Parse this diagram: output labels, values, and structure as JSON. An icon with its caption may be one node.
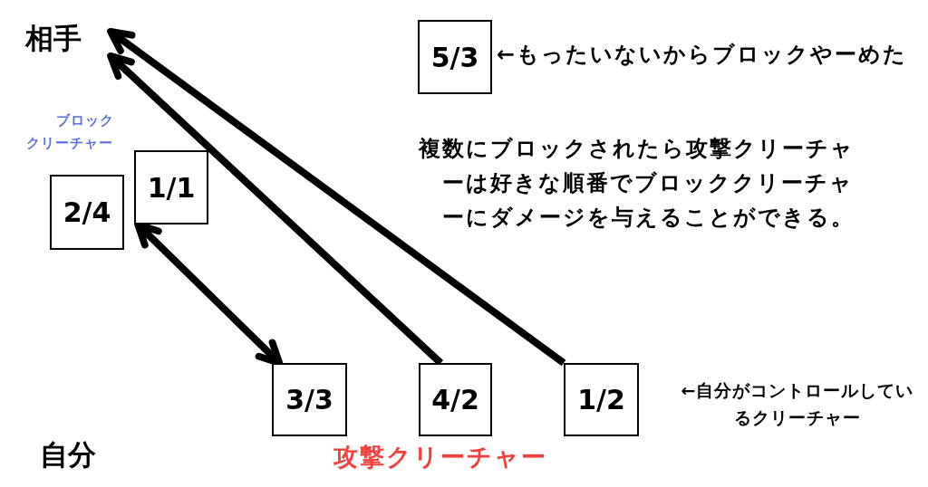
{
  "diagram": {
    "nodes": [
      {
        "text": [
          "相手"
        ]
      },
      {
        "text": [
          "5/3"
        ],
        "beside": [
          "←もったいないからブロックやーめた"
        ]
      },
      {
        "text": [
          "2/4"
        ]
      },
      {
        "text": [
          "1/1"
        ]
      },
      {
        "text": [
          "3/3"
        ]
      },
      {
        "text": [
          "4/2"
        ]
      },
      {
        "text": [
          "1/2"
        ],
        "beside": [
          "←自分がコントロールしているクリーチャー"
        ]
      }
    ],
    "edges": [
      {
        "from": 5,
        "to": 0,
        "arrow": "to"
      },
      {
        "from": 6,
        "to": 0,
        "arrow": "to"
      },
      {
        "from": 3,
        "to": 4,
        "arrow": "both"
      }
    ],
    "labels": [
      "ブロッククリーチャー",
      "複数にブロックされたら攻撃クリーチャーは好きな順番でブロッククリーチャーにダメージを与えることができる。",
      "自分",
      "攻撃クリーチャー"
    ]
  }
}
